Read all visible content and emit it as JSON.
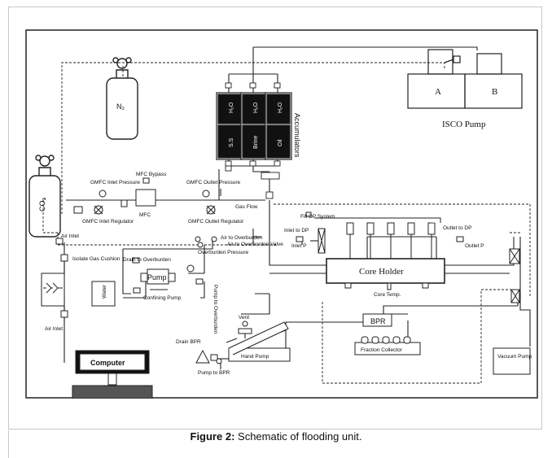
{
  "caption": {
    "prefix": "Figure 2:",
    "text": " Schematic of flooding unit."
  },
  "labels": {
    "isco_pump": "ISCO Pump",
    "isco_a": "A",
    "isco_b": "B",
    "n2": "N₂",
    "co2": "CO₂",
    "accumulators": "Accumulators",
    "acc_top1": "H₂O",
    "acc_top2": "H₂O",
    "acc_top3": "H₂O",
    "acc_bot1": "S.S",
    "acc_bot2": "Brine",
    "acc_bot3": "Oil",
    "mfc_bypass": "MFC Bypass",
    "gmfc_inlet_pressure": "GMFC Inlet Pressure",
    "gmfc_outlet_pressure": "GMFC Outlet Pressure",
    "gmfc_inlet_regulator": "GMFC Inlet Regulator",
    "gmfc_outlet_regulator": "GMFC Outlet Regulator",
    "mfc": "MFC",
    "gas_flow": "Gas Flow",
    "fill_dp": "Fill DP System",
    "inlet_to_dp": "Inlet to DP",
    "outlet_to_dp": "Outlet to DP",
    "inlet_p": "Inlet P",
    "outlet_p": "Outlet P",
    "core_holder": "Core Holder",
    "core_temp": "Core Temp.",
    "air_inlet_top": "Air Inlet",
    "air_to_overburden": "Air to Overburden",
    "air_to_overburden_valve": "Air to Overburden Valve",
    "isolate_gas": "Isolate Gas Cushion",
    "air_inlet_bottom": "Air Inlet",
    "drain_to_overburden": "Drain to Overburden",
    "overburden_pressure": "Overburden Pressure",
    "pump_to_overburden": "Pump to Overburden",
    "pump": "Pump",
    "water": "Water",
    "confining_pump": "Confining Pump",
    "vent": "Vent",
    "drain_bpr": "Drain BPR",
    "hand_pump": "Hand Pump",
    "pump_to_bpr": "Pump to BPR",
    "bpr": "BPR",
    "fraction_collector": "Fraction Collector",
    "vacuum_pump": "Vacuum Pump",
    "computer": "Computer"
  }
}
